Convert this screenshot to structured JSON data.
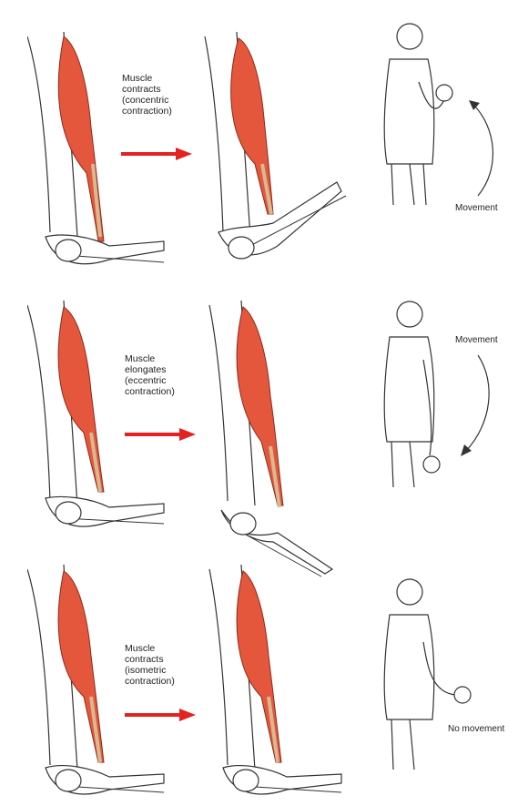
{
  "colors": {
    "muscle": "#e4573d",
    "muscle_stroke": "#8a2a1a",
    "arrow": "#e32222",
    "line": "#333333"
  },
  "rows": [
    {
      "caption_lines": [
        "Muscle",
        "contracts",
        "(concentric",
        "contraction)"
      ],
      "movement_label": "Movement",
      "pose": "raised"
    },
    {
      "caption_lines": [
        "Muscle",
        "elongates",
        "(eccentric",
        "contraction)"
      ],
      "movement_label": "Movement",
      "pose": "lowered"
    },
    {
      "caption_lines": [
        "Muscle",
        "contracts",
        "(isometric",
        "contraction)"
      ],
      "movement_label": "No movement",
      "pose": "held"
    }
  ]
}
